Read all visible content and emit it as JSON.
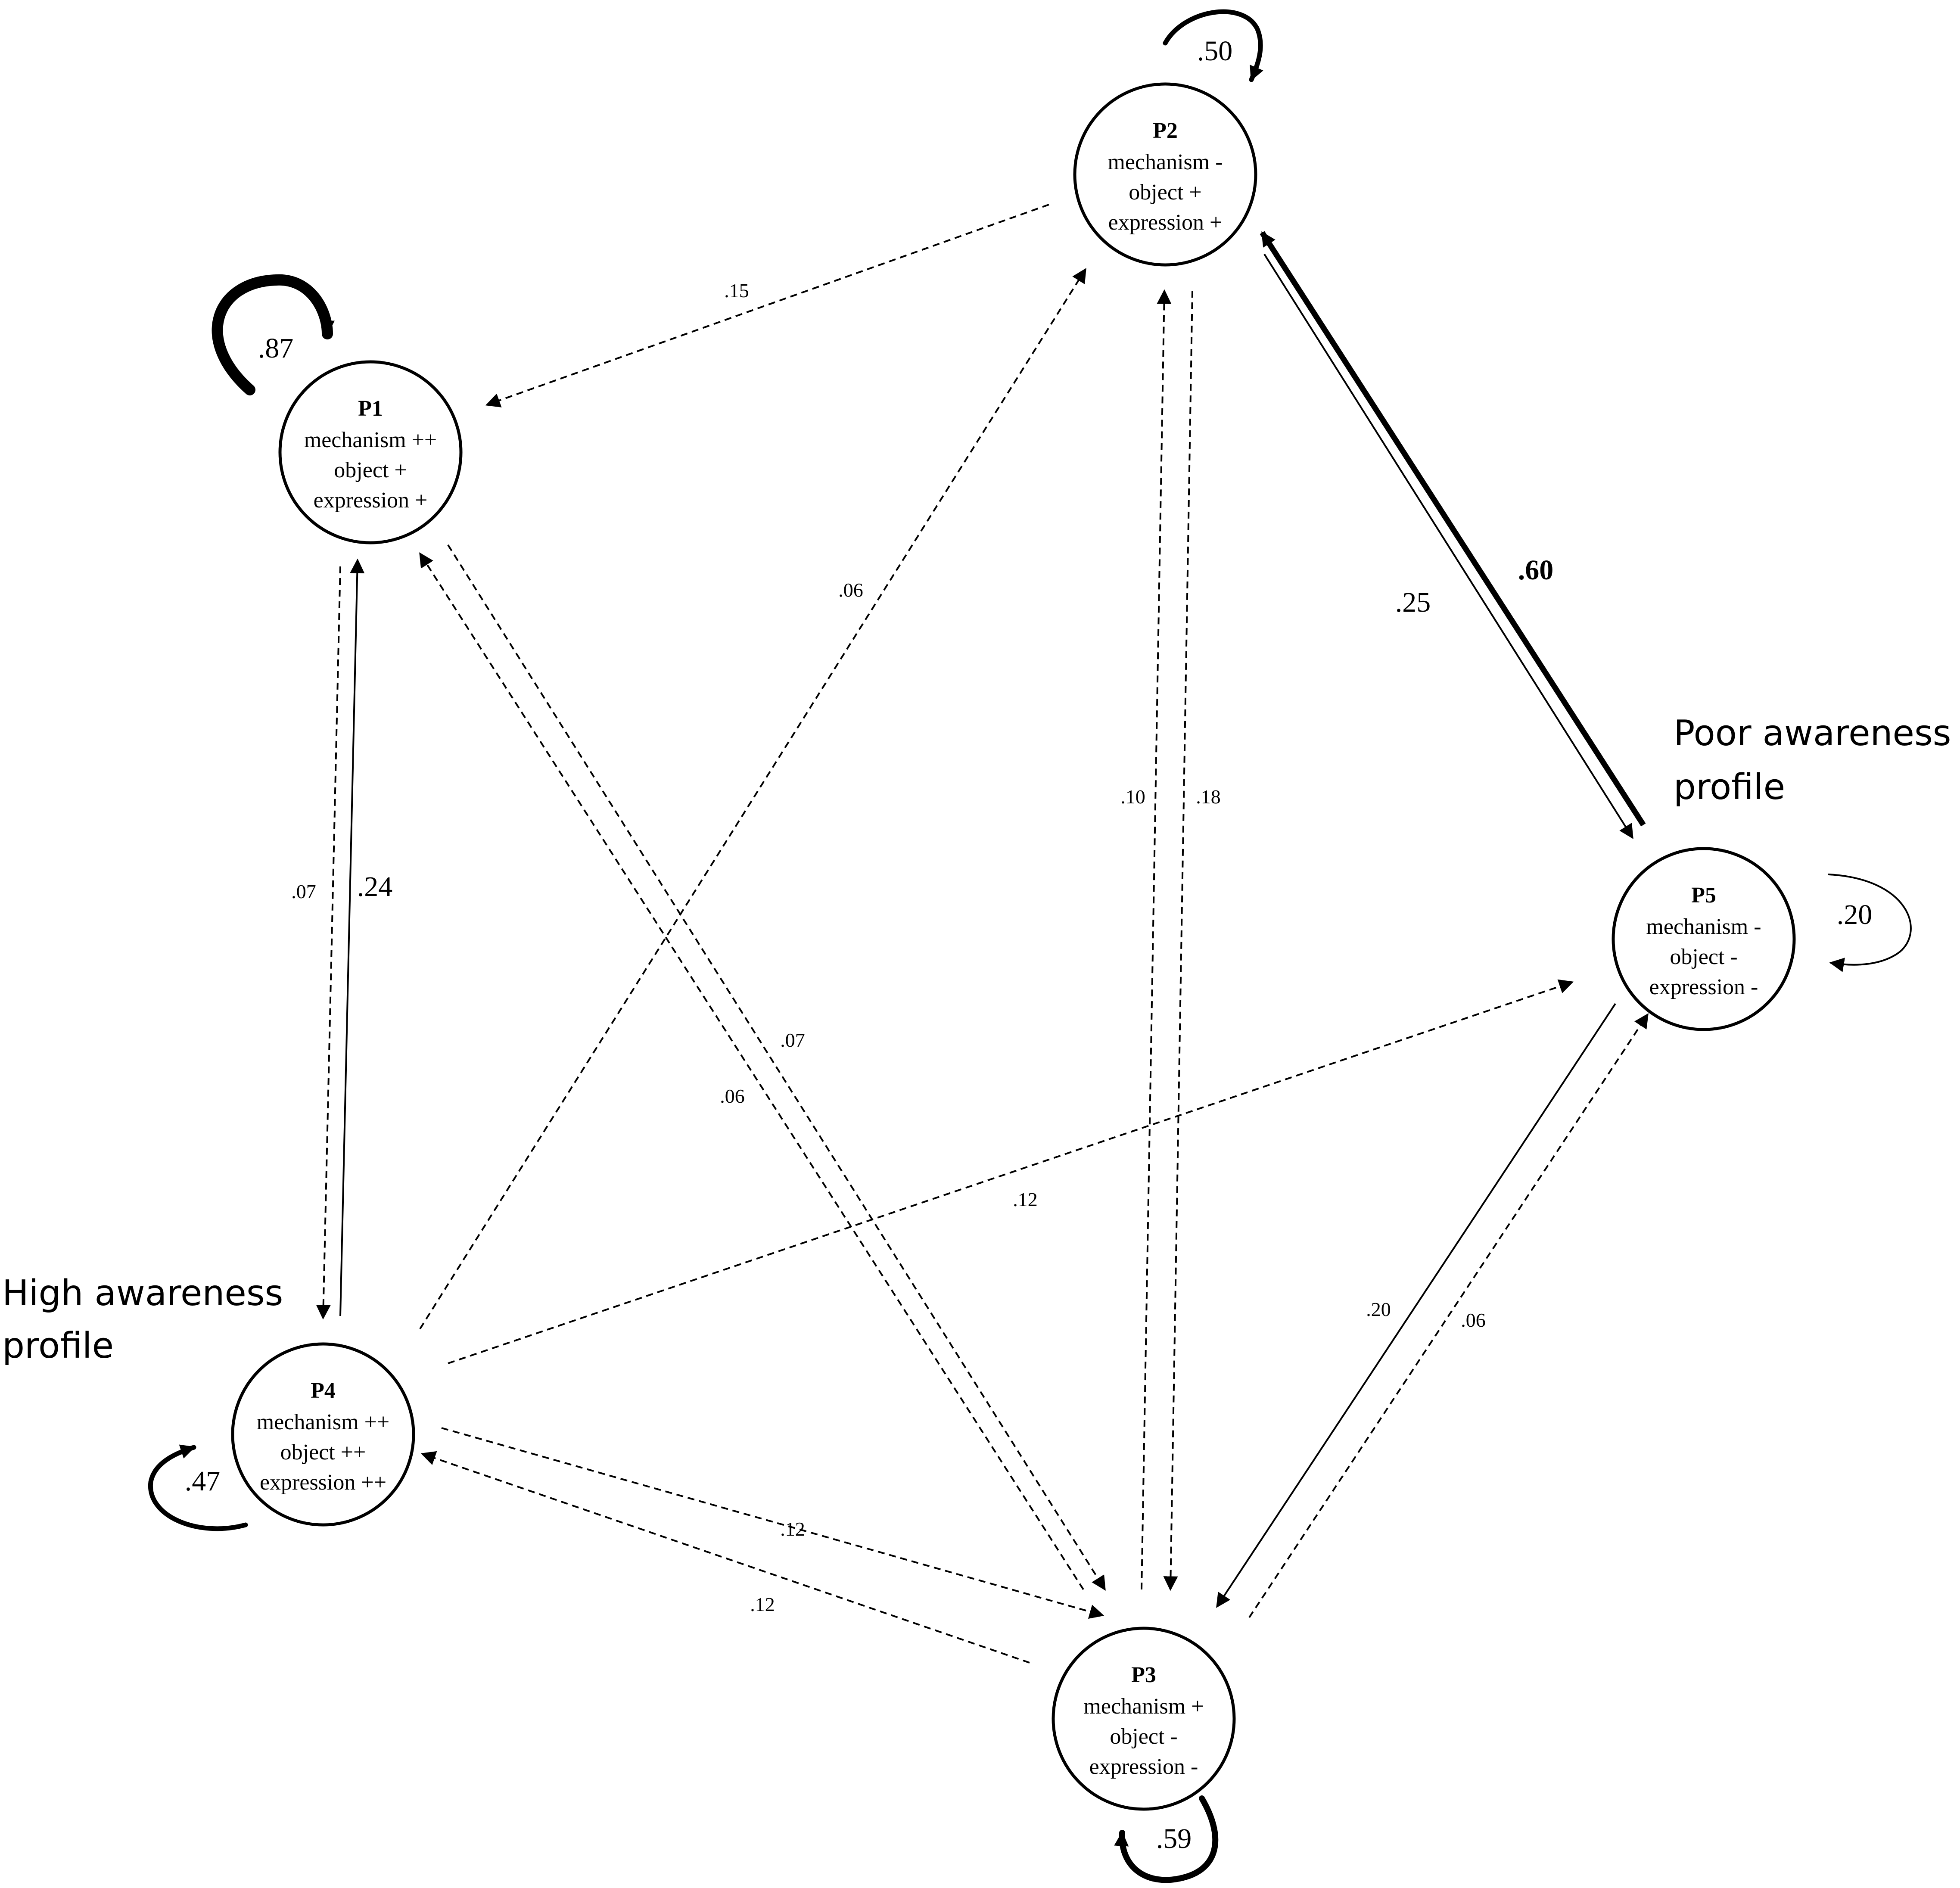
{
  "diagram": {
    "colors": {
      "ink": "#000000",
      "background": "#ffffff"
    },
    "profile_labels": {
      "high": [
        "High awareness",
        "profile"
      ],
      "poor": [
        "Poor awareness",
        "profile"
      ]
    },
    "nodes": [
      {
        "id": "P1",
        "name": "P1",
        "lines": [
          "mechanism ++",
          "object +",
          "expression +"
        ]
      },
      {
        "id": "P2",
        "name": "P2",
        "lines": [
          "mechanism -",
          "object +",
          "expression +"
        ]
      },
      {
        "id": "P3",
        "name": "P3",
        "lines": [
          "mechanism +",
          "object -",
          "expression -"
        ]
      },
      {
        "id": "P4",
        "name": "P4",
        "lines": [
          "mechanism ++",
          "object ++",
          "expression ++"
        ]
      },
      {
        "id": "P5",
        "name": "P5",
        "lines": [
          "mechanism -",
          "object -",
          "expression -"
        ]
      }
    ],
    "self_loops": [
      {
        "node": "P1",
        "value": ".87"
      },
      {
        "node": "P2",
        "value": ".50"
      },
      {
        "node": "P3",
        "value": ".59"
      },
      {
        "node": "P4",
        "value": ".47"
      },
      {
        "node": "P5",
        "value": ".20"
      }
    ],
    "transitions": [
      {
        "from": "P2",
        "to": "P1",
        "value": ".15",
        "line": "dashed"
      },
      {
        "from": "P4",
        "to": "P2",
        "value": ".06",
        "line": "dashed"
      },
      {
        "from": "P3",
        "to": "P2",
        "value": ".10",
        "line": "dashed"
      },
      {
        "from": "P2",
        "to": "P3",
        "value": ".18",
        "line": "dashed"
      },
      {
        "from": "P2",
        "to": "P5",
        "value": ".25",
        "line": "solid"
      },
      {
        "from": "P5",
        "to": "P2",
        "value": ".60",
        "line": "thick"
      },
      {
        "from": "P1",
        "to": "P4",
        "value": ".07",
        "line": "dashed"
      },
      {
        "from": "P4",
        "to": "P1",
        "value": ".24",
        "line": "solid"
      },
      {
        "from": "P1",
        "to": "P3",
        "value": ".07",
        "line": "dashed"
      },
      {
        "from": "P3",
        "to": "P1",
        "value": ".06",
        "line": "dashed"
      },
      {
        "from": "P4",
        "to": "P5",
        "value": ".12",
        "line": "dashed"
      },
      {
        "from": "P4",
        "to": "P3",
        "value": ".12",
        "line": "dashed"
      },
      {
        "from": "P3",
        "to": "P4",
        "value": ".12",
        "line": "dashed"
      },
      {
        "from": "P5",
        "to": "P3",
        "value": ".20",
        "line": "solid"
      },
      {
        "from": "P3",
        "to": "P5",
        "value": ".06",
        "line": "dashed"
      }
    ]
  }
}
